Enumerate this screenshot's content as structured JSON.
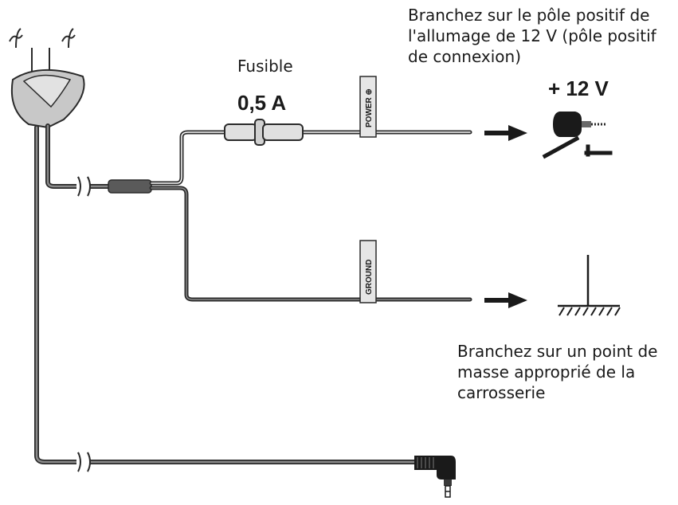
{
  "texts": {
    "positive_connect": "Branchez sur le pôle positif de\nl'allumage de 12 V (pôle positif\nde connexion)",
    "fuse_label": "Fusible",
    "fuse_rating": "0,5 A",
    "voltage": "+ 12 V",
    "ground_connect": "Branchez sur un point de\nmasse approprié de la\ncarrosserie"
  },
  "tags": {
    "power": "POWER ⊕",
    "ground": "GROUND"
  },
  "colors": {
    "wire_dark": "#2a2a2a",
    "wire_grey": "#8a8a8a",
    "body_grey": "#c8c8c8",
    "tag_fill": "#e6e6e6"
  }
}
